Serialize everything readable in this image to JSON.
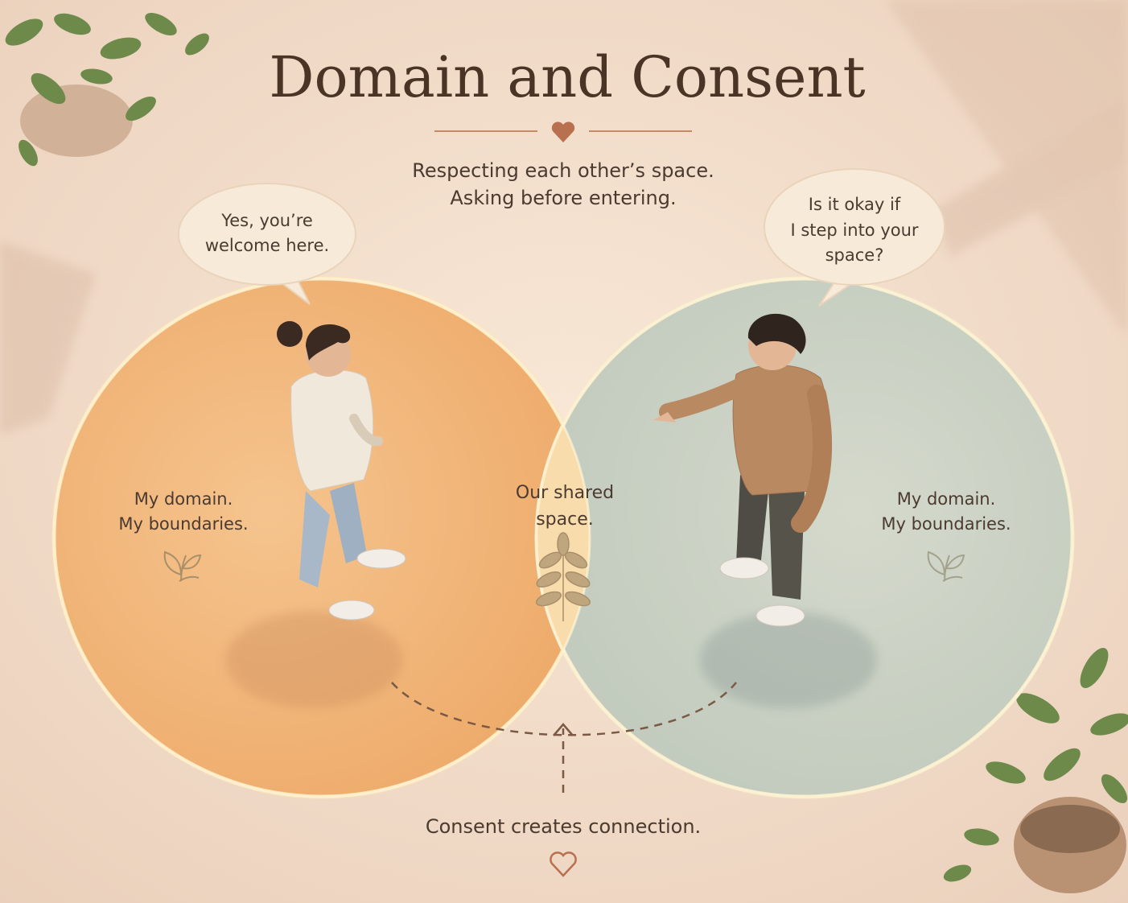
{
  "title": "Domain and Consent",
  "subtitle": [
    "Respecting each other’s space.",
    "Asking before entering."
  ],
  "left_speech": [
    "Yes, you’re",
    "welcome here."
  ],
  "right_speech": [
    "Is it okay if",
    "I step into your",
    "space?"
  ],
  "left_domain": [
    "My domain.",
    "My boundaries."
  ],
  "shared_space": [
    "Our shared",
    "space."
  ],
  "right_domain": [
    "My domain.",
    "My boundaries."
  ],
  "footer": "Consent creates connection.",
  "icons": {
    "title_ornament": "heart-icon",
    "left_domain": "sprout-icon",
    "shared_space": "leaf-branch-icon",
    "right_domain": "sprout-icon",
    "footer": "heart-outline-icon"
  },
  "colors": {
    "background": "#f3dfcd",
    "title": "#4a3426",
    "text": "#4b3a30",
    "accent": "#b8704f",
    "left_circle": "#f2b877",
    "right_circle": "#c9d3c6",
    "overlap": "#f8dcae",
    "speech_bubble": "#f7ead9"
  }
}
